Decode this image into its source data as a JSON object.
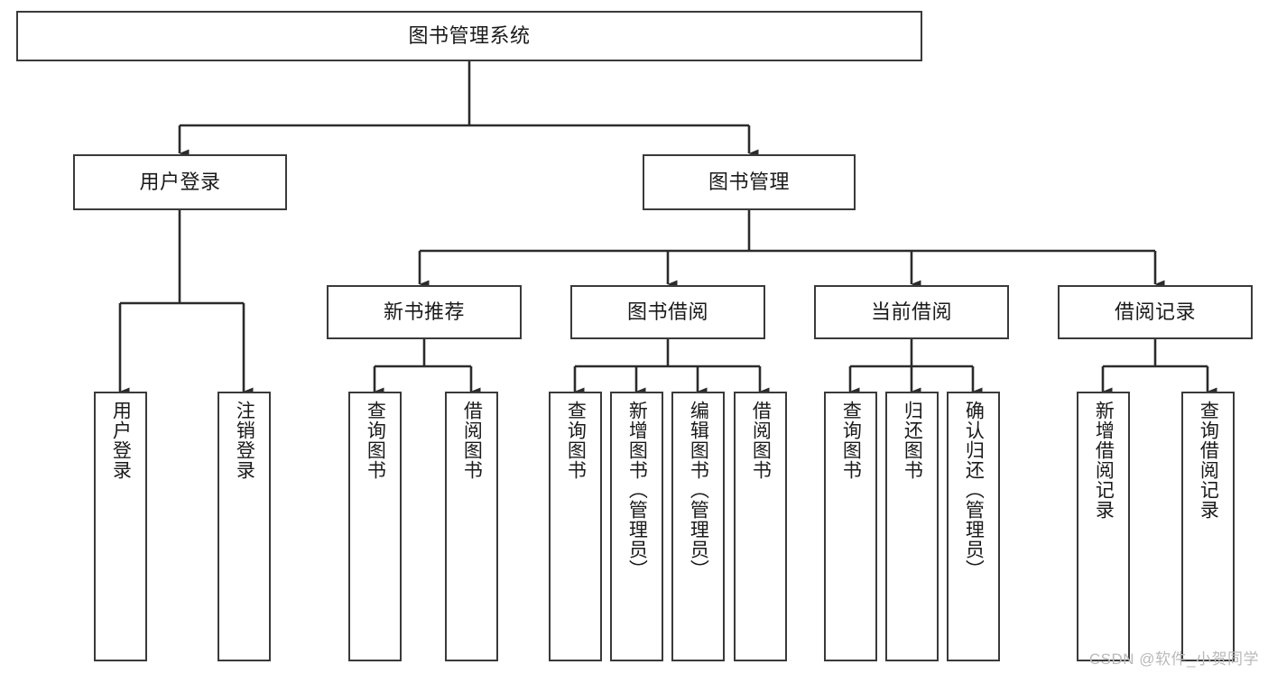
{
  "diagram": {
    "type": "tree-hierarchy",
    "title": "图书管理系统",
    "watermark": "CSDN @软件_小贺同学",
    "colors": {
      "box_border": "#3a3a3a",
      "box_fill": "#ffffff",
      "connector": "#2b2b2b",
      "text": "#1a1a1a",
      "watermark": "#b9b9b9",
      "background": "#ffffff"
    },
    "root": {
      "label": "图书管理系统"
    },
    "level2": [
      {
        "label": "用户登录"
      },
      {
        "label": "图书管理"
      }
    ],
    "level3": [
      {
        "label": "新书推荐"
      },
      {
        "label": "图书借阅"
      },
      {
        "label": "当前借阅"
      },
      {
        "label": "借阅记录"
      }
    ],
    "leaves": {
      "user_login": [
        {
          "label": "用户登录"
        },
        {
          "label": "注销登录"
        }
      ],
      "new_book_recommend": [
        {
          "label": "查询图书"
        },
        {
          "label": "借阅图书"
        }
      ],
      "book_borrow": [
        {
          "label": "查询图书"
        },
        {
          "label": "新增图书（管理员）"
        },
        {
          "label": "编辑图书（管理员）"
        },
        {
          "label": "借阅图书"
        }
      ],
      "current_borrow": [
        {
          "label": "查询图书"
        },
        {
          "label": "归还图书"
        },
        {
          "label": "确认归还（管理员）"
        }
      ],
      "borrow_record": [
        {
          "label": "新增借阅记录"
        },
        {
          "label": "查询借阅记录"
        }
      ]
    }
  }
}
